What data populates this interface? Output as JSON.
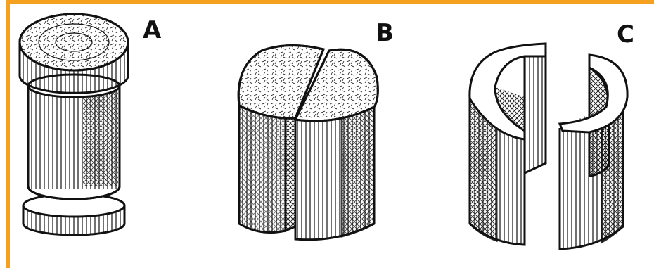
{
  "colors": {
    "frame": "#f5a01e",
    "ink": "#111111",
    "paper": "#ffffff"
  },
  "labels": {
    "a": "A",
    "b": "B",
    "c": "C"
  }
}
